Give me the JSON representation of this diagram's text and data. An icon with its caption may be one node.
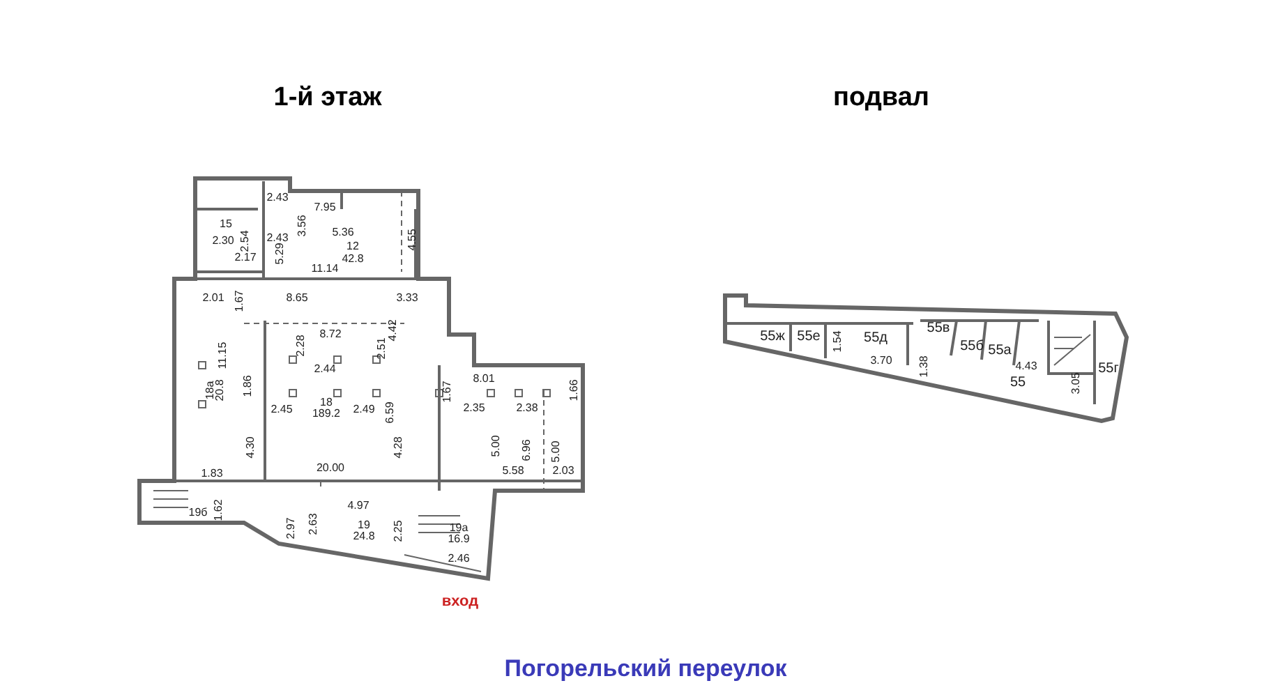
{
  "diagram": {
    "caption": "Погорельский переулок",
    "labels": [
      "1-й этаж",
      "подвал",
      "2.43",
      "7.95",
      "5.36",
      "15",
      "3.56",
      "2.43",
      "12",
      "42.8",
      "4.55",
      "2.30",
      "2.54",
      "2.17",
      "5.29",
      "11.14",
      "2.01",
      "1.67",
      "8.65",
      "3.33",
      "11.15",
      "2.28",
      "8.72",
      "2.51",
      "4.42",
      "2.44",
      "18а",
      "20.8",
      "1.86",
      "18",
      "189.2",
      "2.45",
      "2.49",
      "6.59",
      "1.67",
      "8.01",
      "1.66",
      "2.35",
      "2.38",
      "4.30",
      "4.28",
      "5.00",
      "6.96",
      "5.00",
      "20.00",
      "1.83",
      "5.58",
      "2.03",
      "4.97",
      "19б",
      "1.62",
      "2.97",
      "2.63",
      "19",
      "24.8",
      "2.25",
      "19а",
      "16.9",
      "2.46",
      "вход",
      "55ж",
      "55е",
      "1.54",
      "55д",
      "55в",
      "55б",
      "55а",
      "3.70",
      "1.38",
      "4.43",
      "55",
      "3.05",
      "55г"
    ]
  }
}
